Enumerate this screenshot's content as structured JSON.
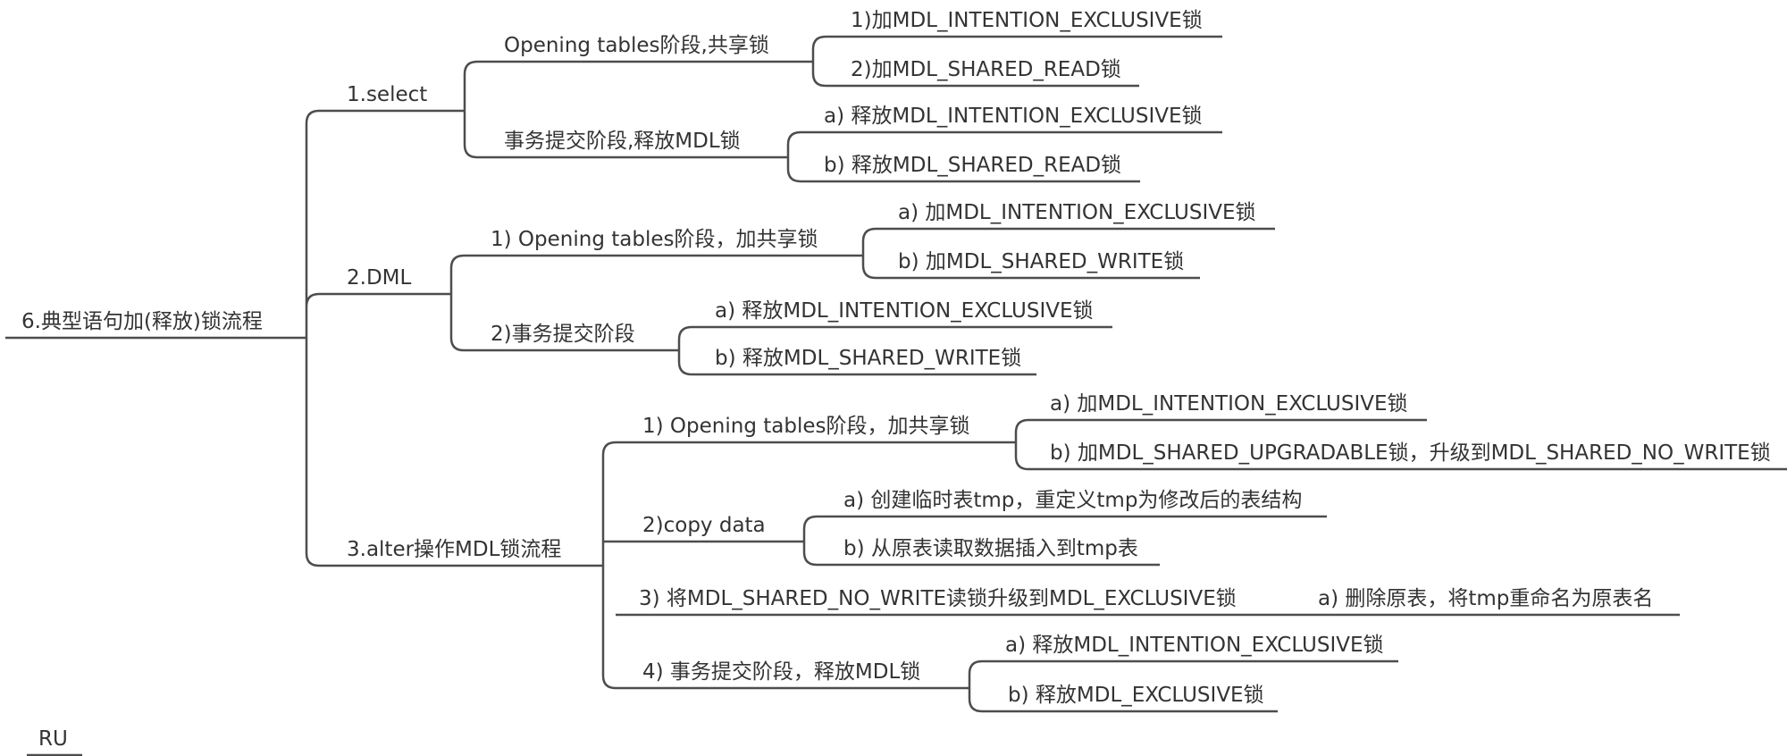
{
  "colors": {
    "line": "#4d4d4d",
    "text": "#333333",
    "background": "#ffffff"
  },
  "root": {
    "label": "6.典型语句加(释放)锁流程"
  },
  "branches": [
    {
      "label": "1.select",
      "children": [
        {
          "label": "Opening tables阶段,共享锁",
          "children": [
            "1)加MDL_INTENTION_EXCLUSIVE锁",
            "2)加MDL_SHARED_READ锁"
          ]
        },
        {
          "label": "事务提交阶段,释放MDL锁",
          "children": [
            "a) 释放MDL_INTENTION_EXCLUSIVE锁",
            "b) 释放MDL_SHARED_READ锁"
          ]
        }
      ]
    },
    {
      "label": "2.DML",
      "children": [
        {
          "label": "1) Opening tables阶段，加共享锁",
          "children": [
            "a) 加MDL_INTENTION_EXCLUSIVE锁",
            "b) 加MDL_SHARED_WRITE锁"
          ]
        },
        {
          "label": "2)事务提交阶段",
          "children": [
            "a) 释放MDL_INTENTION_EXCLUSIVE锁",
            "b) 释放MDL_SHARED_WRITE锁"
          ]
        }
      ]
    },
    {
      "label": "3.alter操作MDL锁流程",
      "children": [
        {
          "label": "1) Opening tables阶段，加共享锁",
          "children": [
            "a) 加MDL_INTENTION_EXCLUSIVE锁",
            "b) 加MDL_SHARED_UPGRADABLE锁，升级到MDL_SHARED_NO_WRITE锁"
          ]
        },
        {
          "label": "2)copy data",
          "children": [
            "a) 创建临时表tmp，重定义tmp为修改后的表结构",
            "b) 从原表读取数据插入到tmp表"
          ]
        },
        {
          "label": "3) 将MDL_SHARED_NO_WRITE读锁升级到MDL_EXCLUSIVE锁",
          "children": [
            "a) 删除原表，将tmp重命名为原表名"
          ]
        },
        {
          "label": "4) 事务提交阶段，释放MDL锁",
          "children": [
            "a) 释放MDL_INTENTION_EXCLUSIVE锁",
            "b) 释放MDL_EXCLUSIVE锁"
          ]
        }
      ]
    }
  ],
  "floating": {
    "label": "RU"
  }
}
